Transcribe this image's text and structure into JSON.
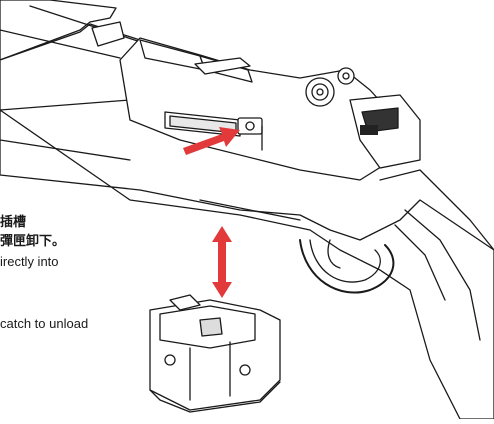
{
  "labels": {
    "cn_line1": "插槽",
    "cn_line2": "彈匣卸下。",
    "en_line1": "irectly into",
    "en_line2": "catch to unload"
  },
  "colors": {
    "arrow_red": "#e23a3a",
    "line": "#1a1a1a",
    "fill": "#ffffff"
  },
  "icons": {
    "arrow_insert": "red-arrow-pointing-to-magazine-catch",
    "arrow_updown": "red-double-headed-vertical-arrow"
  }
}
